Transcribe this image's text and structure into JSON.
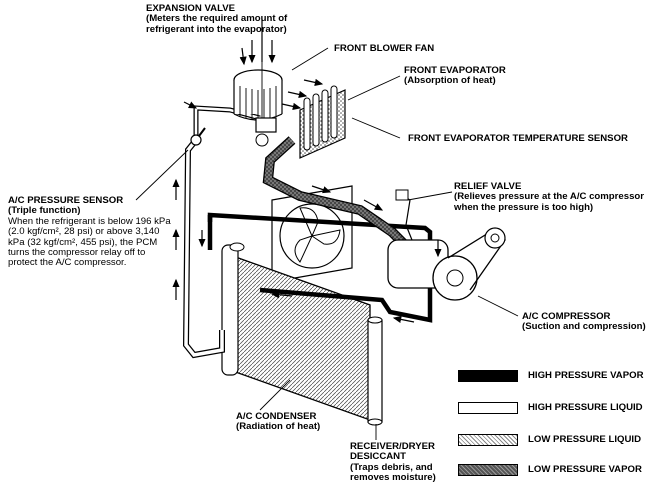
{
  "labels": {
    "expansion_valve": {
      "title": "EXPANSION VALVE",
      "sub": "(Meters the required amount of refrigerant into the evaporator)"
    },
    "front_blower_fan": {
      "title": "FRONT BLOWER FAN"
    },
    "front_evaporator": {
      "title": "FRONT EVAPORATOR",
      "sub": "(Absorption of heat)"
    },
    "front_evap_temp_sensor": {
      "title": "FRONT EVAPORATOR TEMPERATURE SENSOR"
    },
    "relief_valve": {
      "title": "RELIEF VALVE",
      "sub": "(Relieves pressure at the A/C compressor when the pressure is too high)"
    },
    "ac_pressure_sensor": {
      "title": "A/C PRESSURE SENSOR",
      "sub": "(Triple function)",
      "body": "When the refrigerant is below 196 kPa (2.0 kgf/cm², 28 psi) or above 3,140 kPa (32 kgf/cm², 455 psi), the PCM turns the compressor relay off to protect the A/C compressor."
    },
    "ac_compressor": {
      "title": "A/C COMPRESSOR",
      "sub": "(Suction and compression)"
    },
    "ac_condenser": {
      "title": "A/C CONDENSER",
      "sub": "(Radiation of heat)"
    },
    "receiver_dryer": {
      "title1": "RECEIVER/DRYER",
      "title2": "DESICCANT",
      "sub": "(Traps debris, and removes moisture)"
    }
  },
  "legend": [
    {
      "label": "HIGH PRESSURE VAPOR",
      "fill": "#000000"
    },
    {
      "label": "HIGH PRESSURE LIQUID",
      "fill": "#ffffff"
    },
    {
      "label": "LOW PRESSURE LIQUID",
      "fill": "#d8d8d8"
    },
    {
      "label": "LOW PRESSURE VAPOR",
      "fill": "#6e6e6e"
    }
  ]
}
